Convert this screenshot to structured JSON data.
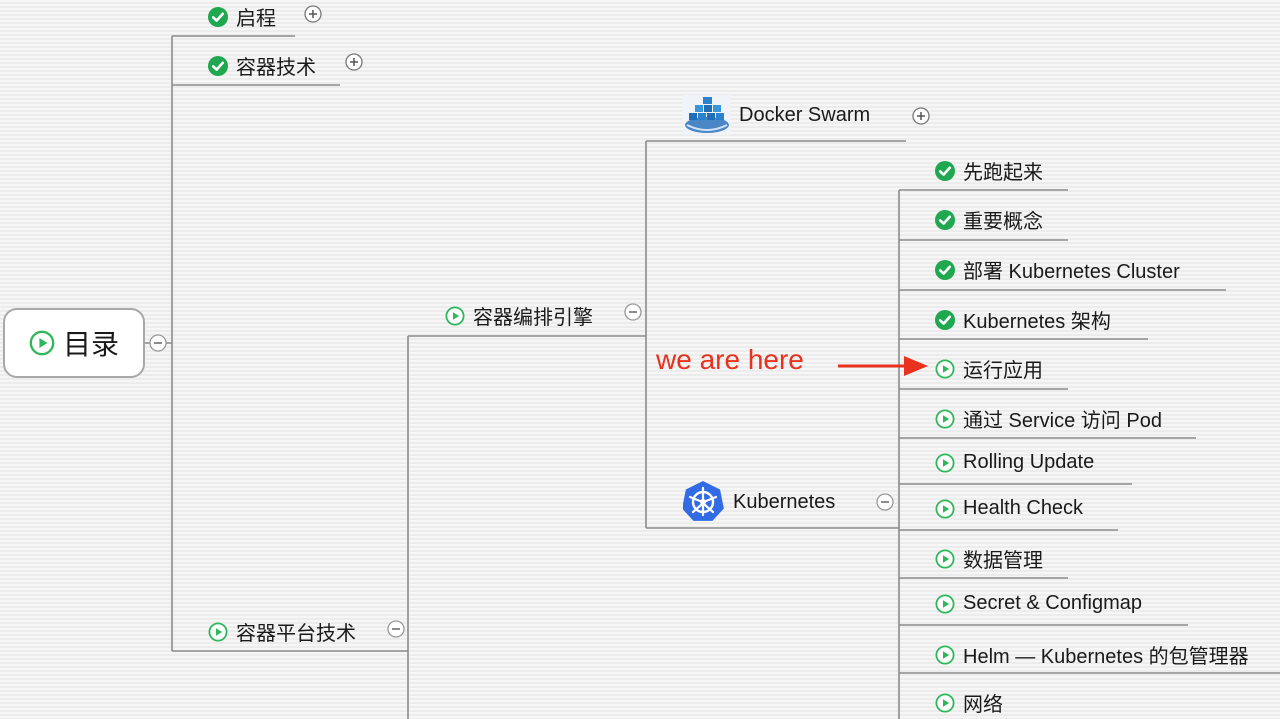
{
  "root": {
    "label": "目录",
    "icon": "play-circle-icon"
  },
  "level1": [
    {
      "label": "启程",
      "status": "done",
      "toggle": "plus"
    },
    {
      "label": "容器技术",
      "status": "done",
      "toggle": "plus"
    },
    {
      "label": "容器平台技术",
      "status": "current",
      "toggle": "minus"
    }
  ],
  "level2": {
    "label": "容器编排引擎",
    "status": "current",
    "toggle": "minus"
  },
  "engines": [
    {
      "label": "Docker Swarm",
      "icon": "docker-swarm-icon",
      "toggle": "plus"
    },
    {
      "label": "Kubernetes",
      "icon": "kubernetes-icon",
      "toggle": "minus"
    }
  ],
  "topics": [
    {
      "label": "先跑起来",
      "status": "done"
    },
    {
      "label": "重要概念",
      "status": "done"
    },
    {
      "label": "部署 Kubernetes Cluster",
      "status": "done"
    },
    {
      "label": "Kubernetes 架构",
      "status": "done"
    },
    {
      "label": "运行应用",
      "status": "current"
    },
    {
      "label": "通过 Service 访问 Pod",
      "status": "current"
    },
    {
      "label": "Rolling Update",
      "status": "current"
    },
    {
      "label": "Health Check",
      "status": "current"
    },
    {
      "label": "数据管理",
      "status": "current"
    },
    {
      "label": "Secret & Configmap",
      "status": "current"
    },
    {
      "label": "Helm — Kubernetes 的包管理器",
      "status": "current"
    },
    {
      "label": "网络",
      "status": "current"
    }
  ],
  "annotation": {
    "text": "we are here"
  },
  "colors": {
    "check": "#1fa84f",
    "play": "#2fb85a",
    "arrow": "#e8321e",
    "line": "#8c8c8c"
  }
}
